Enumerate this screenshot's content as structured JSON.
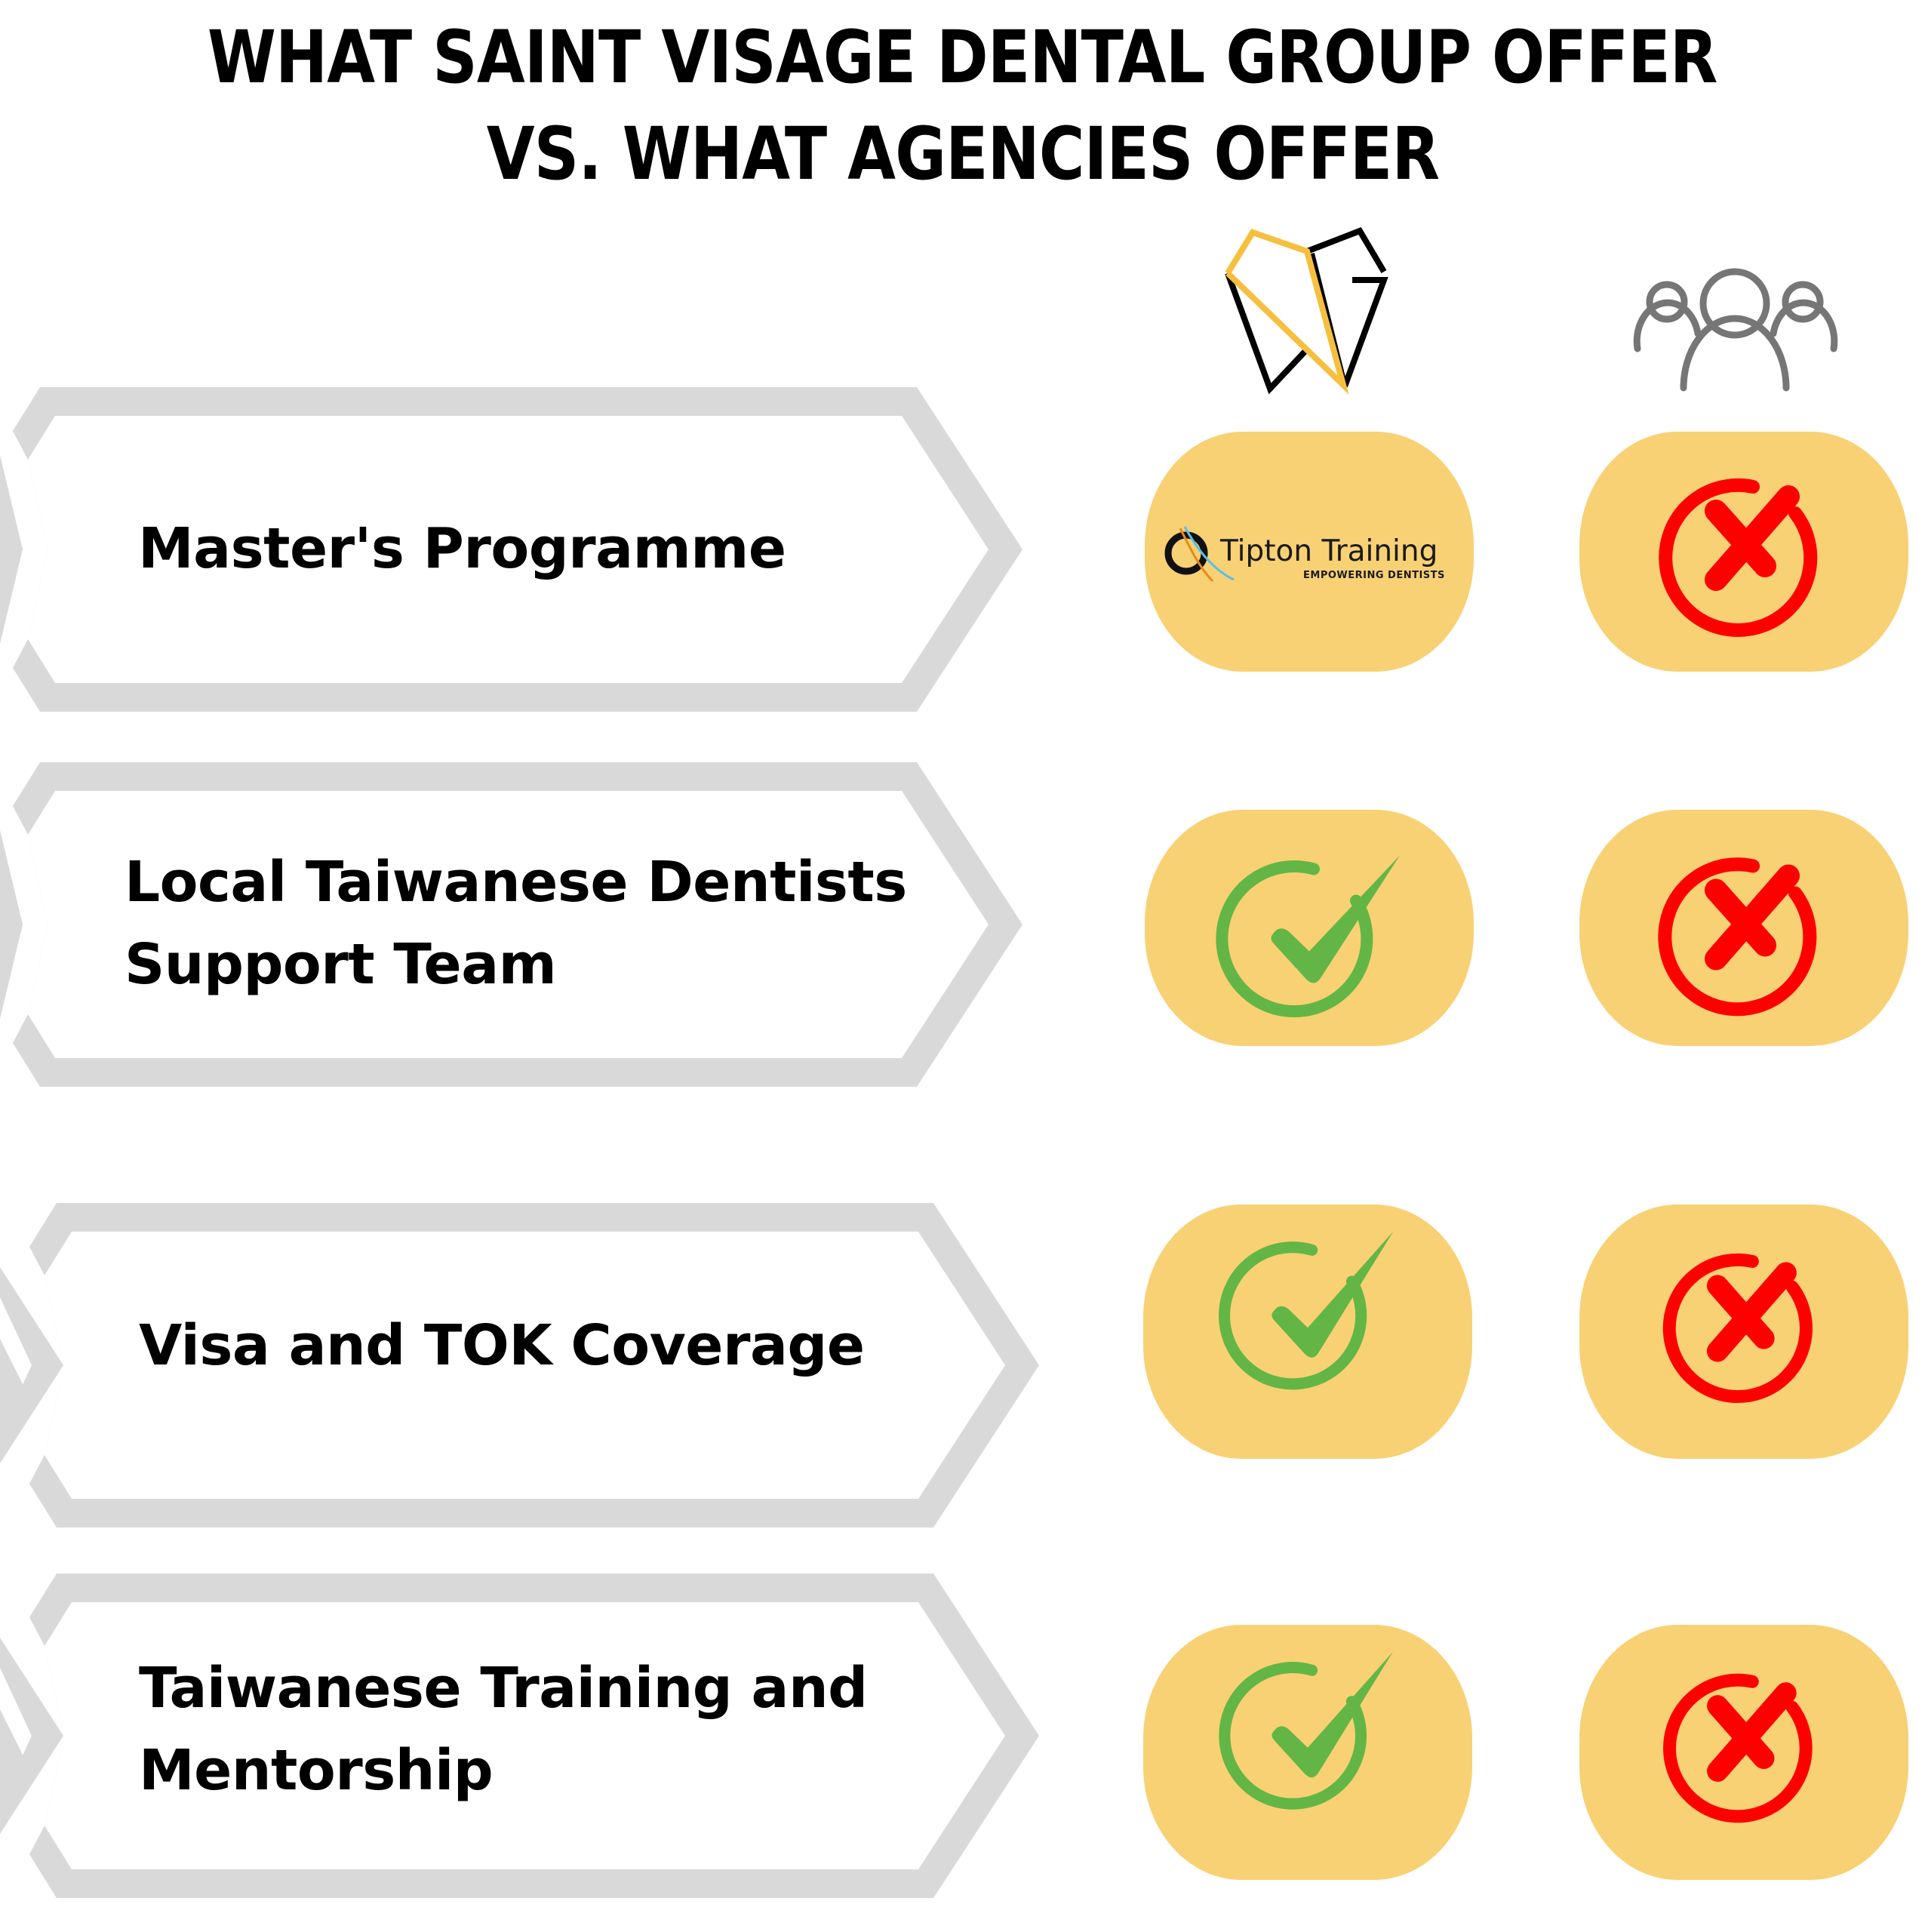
{
  "header": {
    "title_line1": "WHAT SAINT VISAGE DENTAL GROUP OFFER",
    "title_line2": "VS. WHAT AGENCIES OFFER"
  },
  "columns": [
    {
      "name": "Saint Visage Dental Group",
      "icon": "saint-visage-logo"
    },
    {
      "name": "Agencies",
      "icon": "people-group-icon"
    }
  ],
  "rows": [
    {
      "feature_lines": [
        "Master's Programme"
      ],
      "saint_visage": {
        "type": "partner-logo",
        "logo_name": "Tipton Training",
        "logo_tagline": "EMPOWERING DENTISTS"
      },
      "agencies": {
        "type": "cross"
      }
    },
    {
      "feature_lines": [
        "Local Taiwanese Dentists",
        "Support Team"
      ],
      "saint_visage": {
        "type": "check"
      },
      "agencies": {
        "type": "cross"
      }
    },
    {
      "feature_lines": [
        "Visa and TOK Coverage"
      ],
      "saint_visage": {
        "type": "check"
      },
      "agencies": {
        "type": "cross"
      }
    },
    {
      "feature_lines": [
        "Taiwanese Training and",
        "Mentorship"
      ],
      "saint_visage": {
        "type": "check"
      },
      "agencies": {
        "type": "cross"
      }
    }
  ],
  "colors": {
    "pill_background": "#f8d174",
    "check_green": "#63b645",
    "cross_red": "#ff0000",
    "banner_gray": "#d9d9d9",
    "logo_gold": "#f6bf3f",
    "people_gray": "#767676"
  }
}
